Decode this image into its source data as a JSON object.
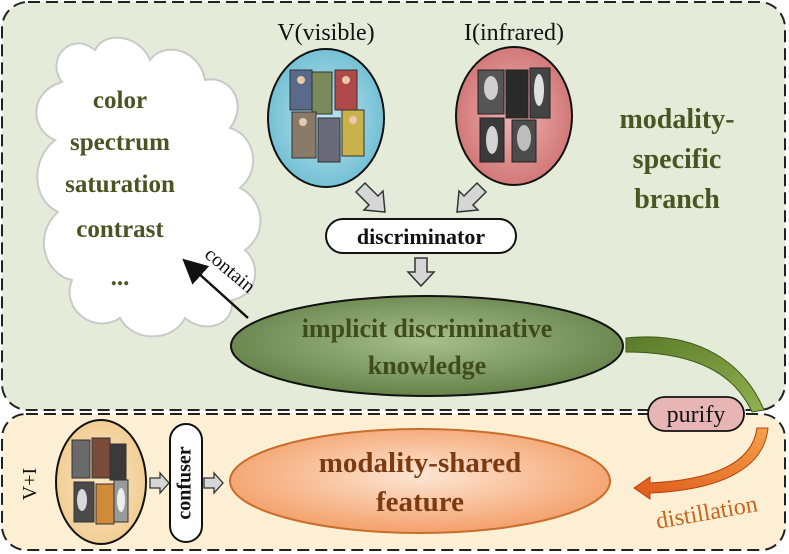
{
  "labels": {
    "visible_title": "V(visible)",
    "infrared_title": "I(infrared)",
    "branch": [
      "modality-",
      "specific",
      "branch"
    ],
    "attributes": [
      "color",
      "spectrum",
      "saturation",
      "contrast",
      "..."
    ],
    "contain": "contain",
    "discriminator": "discriminator",
    "knowledge": [
      "implicit discriminative",
      "knowledge"
    ],
    "purify": "purify",
    "vi": "V+I",
    "confuser": "confuser",
    "shared": [
      "modality-shared",
      "feature"
    ],
    "distillation": "distillation"
  },
  "colors": {
    "specific_bg": "#e4ecd9",
    "shared_bg": "#fcefd3",
    "dark_green_text": "#4a5523",
    "visible_oval": "#7ec8da",
    "infrared_oval": "#d98080",
    "knowledge_oval": "#6f8a54",
    "shared_oval": "#f1a06c",
    "shared_text": "#7a3a12",
    "purify_fill": "#e8b5b5",
    "green_arrow": "#5f8a2a",
    "orange_arrow": "#e36a18"
  }
}
